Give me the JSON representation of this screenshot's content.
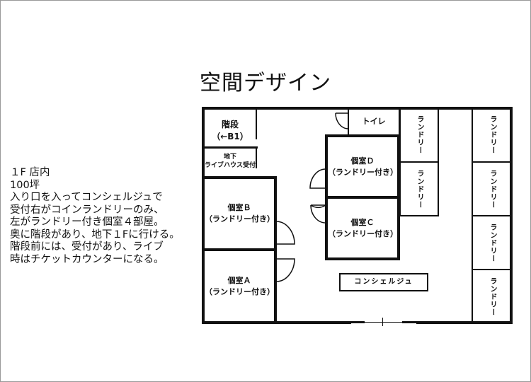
{
  "title": "空間デザイン",
  "description": [
    "１F 店内",
    "100坪",
    "入り口を入ってコンシェルジュで",
    "受付右がコインランドリーのみ、",
    "左がランドリー付き個室４部屋。",
    "奥に階段があり、地下１Fに行ける。",
    "階段前には、受付があり、ライブ",
    "時はチケットカウンターになる。"
  ],
  "plan": {
    "stairs": {
      "name": "階段",
      "sub": "（←B1）"
    },
    "reception": {
      "line1": "地下",
      "line2": "ライブハウス受付"
    },
    "rooms": [
      {
        "name": "個室Ｂ",
        "sub": "（ランドリー付き）"
      },
      {
        "name": "個室Ａ",
        "sub": "（ランドリー付き）"
      },
      {
        "name": "個室Ｄ",
        "sub": "（ランドリー付き）"
      },
      {
        "name": "個室Ｃ",
        "sub": "（ランドリー付き）"
      }
    ],
    "toilet": "トイレ",
    "laundry": [
      "ランドリー",
      "ランドリー",
      "ランドリー",
      "ランドリー",
      "ランドリー",
      "ランドリー"
    ],
    "concierge": "コンシェルジュ"
  }
}
